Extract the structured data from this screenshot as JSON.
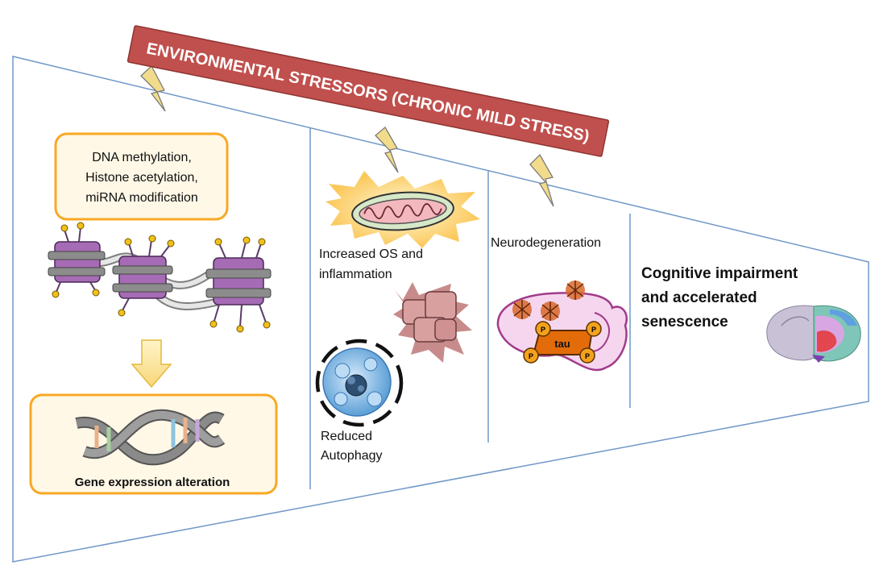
{
  "banner": {
    "label": "ENVIRONMENTAL STRESSORS (CHRONIC MILD STRESS)"
  },
  "panel1": {
    "box_lines": [
      "DNA methylation,",
      "Histone acetylation,",
      "miRNA modification"
    ],
    "bottom_label": "Gene expression alteration"
  },
  "panel2": {
    "label_os_lines": [
      "Increased OS and",
      "inflammation"
    ],
    "label_autophagy_lines": [
      "Reduced",
      "Autophagy"
    ]
  },
  "panel3": {
    "label": "Neurodegeneration",
    "tau_label": "tau",
    "phospho_label": "P"
  },
  "panel4": {
    "label_lines": [
      "Cognitive impairment",
      "and accelerated",
      "senescence"
    ]
  },
  "colors": {
    "banner_fill": "#c0504d",
    "box_border": "#f9a825",
    "box_fill": "#fff7e0",
    "frame_line": "#6f97c6",
    "lightning": "#f2dc8c",
    "nucleosome": "#a66bb5",
    "tau_fill": "#e36c0a"
  }
}
